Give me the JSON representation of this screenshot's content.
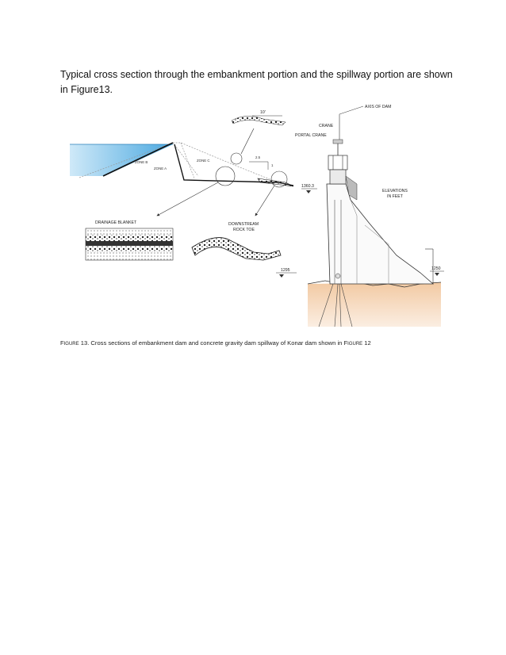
{
  "intro_text": "Typical cross section through the embankment portion and the spillway portion are shown in Figure13.",
  "figure": {
    "labels": {
      "dim_10": "10'",
      "axis_of_dam": "AXIS OF DAM",
      "crane": "CRANE",
      "portal_crane": "PORTAL CRANE",
      "zone_b": "ZONE B",
      "zone_a": "ZONE A",
      "zone_c": "ZONE C",
      "slope_run": "2.5",
      "slope_rise": "1",
      "elev_1360": "1360.3",
      "elevations_in_feet_1": "ELEVATIONS",
      "elevations_in_feet_2": "IN FEET",
      "drainage_blanket": "DRAINAGE BLANKET",
      "downstream_1": "DOWNSTREAM",
      "downstream_2": "ROCK TOE",
      "elev_1295": "1295",
      "elev_1250": "1250"
    },
    "colors": {
      "water": "#4aa8e0",
      "water_light": "#cfe9f8",
      "foundation": "#f2c9a2",
      "foundation_light": "#fbe8d6",
      "line": "#333333"
    }
  },
  "caption": {
    "fig_word_initial": "F",
    "fig_word_rest": "IGURE",
    "text_main": " 13.  Cross sections of embankment dam and concrete gravity dam spillway of Konar dam shown in ",
    "ref_initial": "F",
    "ref_rest": "IGURE",
    "ref_num": " 12"
  }
}
